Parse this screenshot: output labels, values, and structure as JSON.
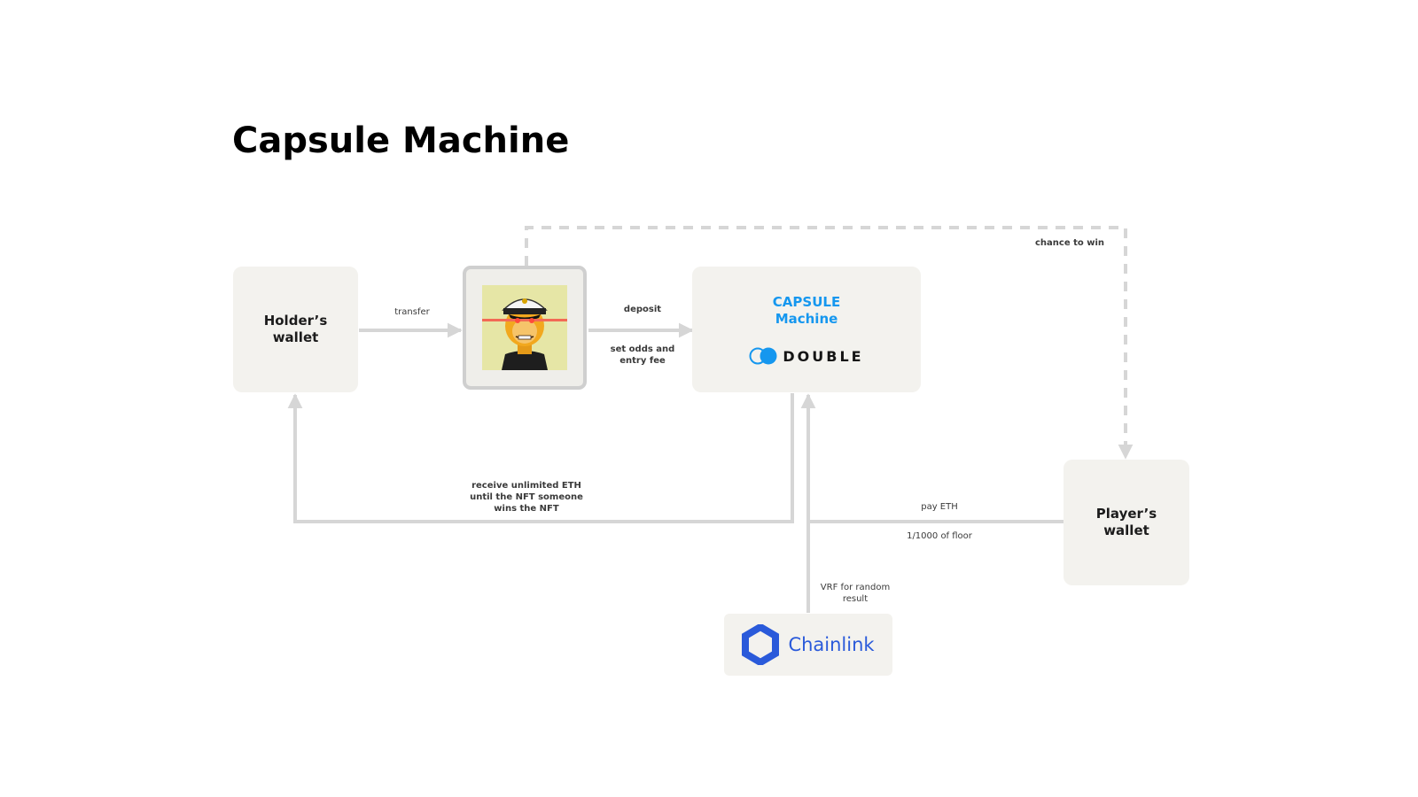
{
  "title": "Capsule Machine",
  "nodes": {
    "holder_wallet": {
      "label": "Holder’s\nwallet"
    },
    "player_wallet": {
      "label": "Player’s\nwallet"
    },
    "capsule_machine": {
      "title_line1": "CAPSULE",
      "title_line2": "Machine",
      "brand": "DOUBLE",
      "accent_color": "#1597ef"
    },
    "chainlink": {
      "brand": "Chainlink",
      "accent_color": "#2a5ada"
    },
    "nft": {
      "icon": "nft-ape-avatar"
    }
  },
  "edges": {
    "transfer": "transfer",
    "deposit": "deposit",
    "set_odds": "set odds and\nentry fee",
    "chance_to_win": "chance to win",
    "receive_eth": "receive unlimited ETH\nuntil the NFT someone\nwins the NFT",
    "pay_eth": "pay ETH",
    "floor_fraction": "1/1000 of floor",
    "vrf": "VRF for random\nresult"
  },
  "colors": {
    "box_fill": "#f3f2ee",
    "connector": "#d6d6d6"
  }
}
